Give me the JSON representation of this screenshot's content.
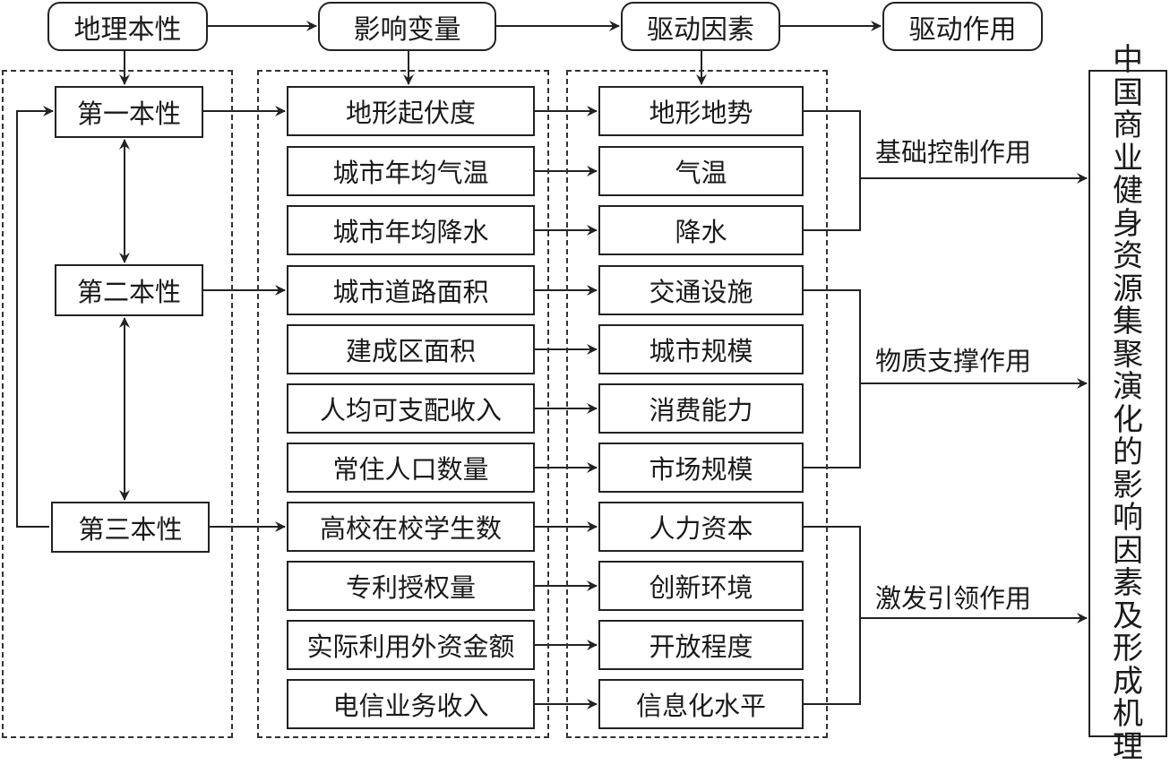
{
  "headers": [
    "地理本性",
    "影响变量",
    "驱动因素",
    "驱动作用"
  ],
  "natures": [
    "第一本性",
    "第二本性",
    "第三本性"
  ],
  "variables": [
    "地形起伏度",
    "城市年均气温",
    "城市年均降水",
    "城市道路面积",
    "建成区面积",
    "人均可支配收入",
    "常住人口数量",
    "高校在校学生数",
    "专利授权量",
    "实际利用外资金额",
    "电信业务收入"
  ],
  "factors": [
    "地形地势",
    "气温",
    "降水",
    "交通设施",
    "城市规模",
    "消费能力",
    "市场规模",
    "人力资本",
    "创新环境",
    "开放程度",
    "信息化水平"
  ],
  "effects": [
    "基础控制作用",
    "物质支撑作用",
    "激发引领作用"
  ],
  "outcome": "中国商业健身资源集聚演化的影响因素及形成机理",
  "groups": [
    {
      "effect": "基础控制作用",
      "factors": [
        "地形地势",
        "气温",
        "降水"
      ]
    },
    {
      "effect": "物质支撑作用",
      "factors": [
        "交通设施",
        "城市规模",
        "消费能力",
        "市场规模"
      ]
    },
    {
      "effect": "激发引领作用",
      "factors": [
        "人力资本",
        "创新环境",
        "开放程度",
        "信息化水平"
      ]
    }
  ]
}
